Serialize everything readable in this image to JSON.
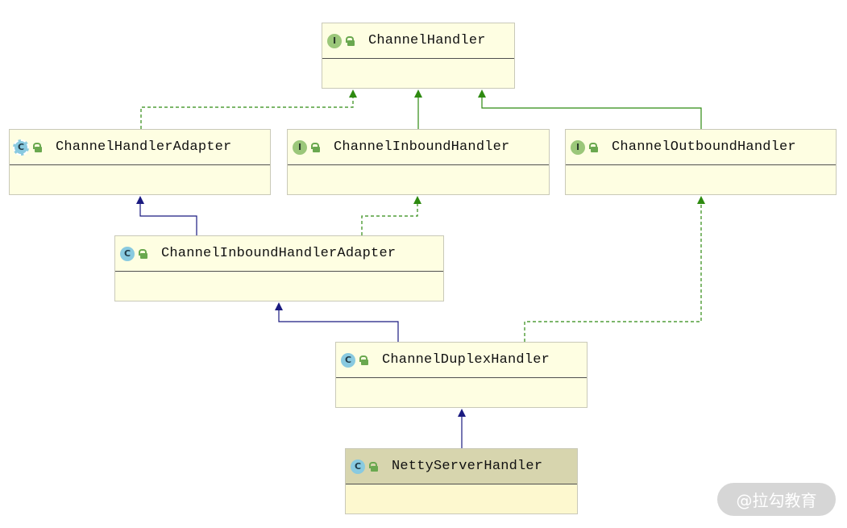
{
  "diagram": {
    "nodes": [
      {
        "id": "channel-handler",
        "kind": "interface",
        "kind_letter": "I",
        "name": "ChannelHandler",
        "selected": false
      },
      {
        "id": "channel-handler-adapter",
        "kind": "abstract",
        "kind_letter": "C",
        "name": "ChannelHandlerAdapter",
        "selected": false
      },
      {
        "id": "channel-inbound-handler",
        "kind": "interface",
        "kind_letter": "I",
        "name": "ChannelInboundHandler",
        "selected": false
      },
      {
        "id": "channel-outbound-handler",
        "kind": "interface",
        "kind_letter": "I",
        "name": "ChannelOutboundHandler",
        "selected": false
      },
      {
        "id": "channel-inbound-handler-adapter",
        "kind": "class",
        "kind_letter": "C",
        "name": "ChannelInboundHandlerAdapter",
        "selected": false
      },
      {
        "id": "channel-duplex-handler",
        "kind": "class",
        "kind_letter": "C",
        "name": "ChannelDuplexHandler",
        "selected": false
      },
      {
        "id": "netty-server-handler",
        "kind": "class",
        "kind_letter": "C",
        "name": "NettyServerHandler",
        "selected": true
      }
    ],
    "edges": [
      {
        "from": "channel-handler-adapter",
        "to": "channel-handler",
        "type": "implements"
      },
      {
        "from": "channel-inbound-handler",
        "to": "channel-handler",
        "type": "extends-interface"
      },
      {
        "from": "channel-outbound-handler",
        "to": "channel-handler",
        "type": "extends-interface"
      },
      {
        "from": "channel-inbound-handler-adapter",
        "to": "channel-handler-adapter",
        "type": "extends"
      },
      {
        "from": "channel-inbound-handler-adapter",
        "to": "channel-inbound-handler",
        "type": "implements"
      },
      {
        "from": "channel-duplex-handler",
        "to": "channel-inbound-handler-adapter",
        "type": "extends"
      },
      {
        "from": "channel-duplex-handler",
        "to": "channel-outbound-handler",
        "type": "implements"
      },
      {
        "from": "netty-server-handler",
        "to": "channel-duplex-handler",
        "type": "extends"
      }
    ],
    "colors": {
      "extends": "#1a1a80",
      "implements": "#2e8a10",
      "extends-interface": "#2e8a10",
      "box_fill": "#fefee2",
      "selected_fill": "#fdf8cf",
      "interface_badge": "#9bc779",
      "class_badge": "#89cae0",
      "lock": "#6aa84f"
    }
  },
  "watermark": {
    "text": "@拉勾教育"
  }
}
